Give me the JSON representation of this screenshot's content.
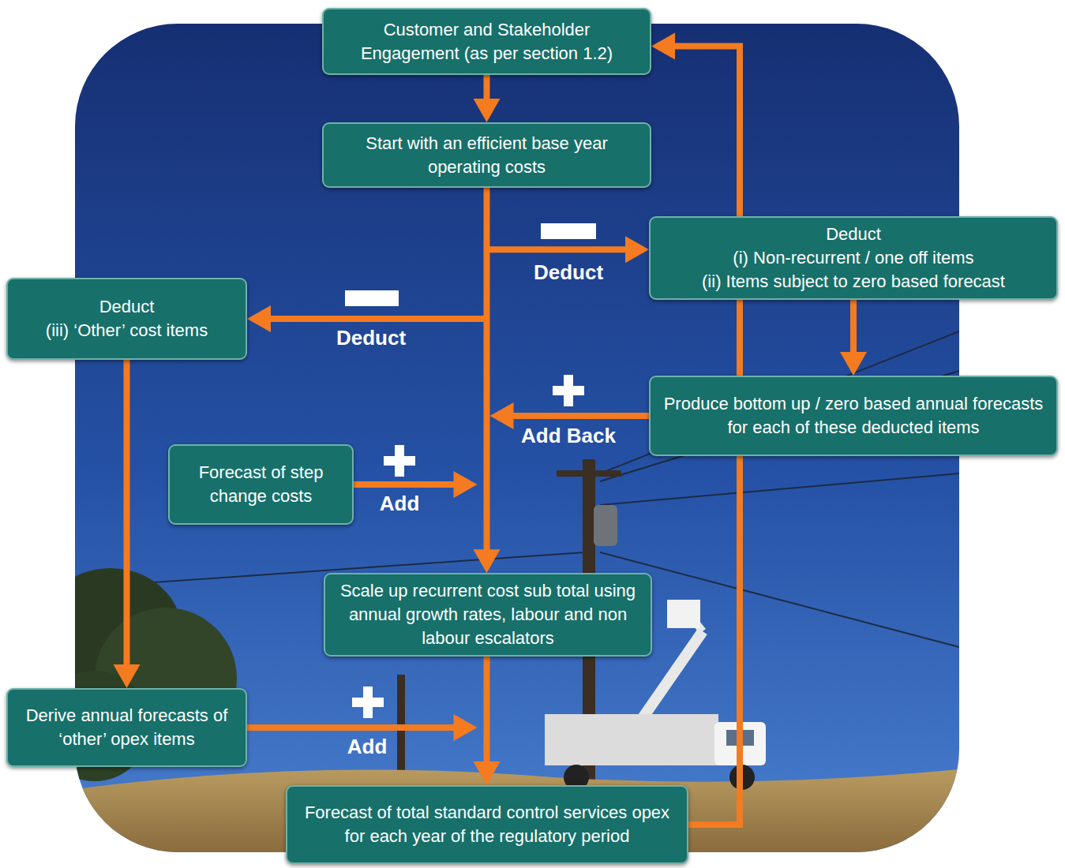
{
  "diagram": {
    "nodes": [
      {
        "text": [
          "Customer and Stakeholder Engagement (as per section 1.2)"
        ]
      },
      {
        "text": [
          "Start with an efficient base year operating costs"
        ]
      },
      {
        "text": [
          "Deduct",
          "(i) Non-recurrent / one off items",
          "(ii) Items subject to zero based forecast"
        ]
      },
      {
        "text": [
          "Deduct",
          "(iii) ‘Other’ cost items"
        ]
      },
      {
        "text": [
          "Produce bottom up / zero based annual forecasts for each of these deducted items"
        ]
      },
      {
        "text": [
          "Forecast of step change costs"
        ]
      },
      {
        "text": [
          "Scale up recurrent cost sub total using annual growth rates, labour and non labour escalators"
        ]
      },
      {
        "text": [
          "Derive annual forecasts of ‘other’ opex items"
        ]
      },
      {
        "text": [
          "Forecast of total standard control services opex for each year of the regulatory period"
        ]
      }
    ],
    "edges": [
      {
        "from": 0,
        "to": 1,
        "arrow": "to"
      },
      {
        "from": 1,
        "to": 6,
        "arrow": "to"
      },
      {
        "from": 1,
        "to": 2,
        "label": "Deduct",
        "arrow": "to"
      },
      {
        "from": 1,
        "to": 3,
        "label": "Deduct",
        "arrow": "to"
      },
      {
        "from": 2,
        "to": 4,
        "arrow": "to"
      },
      {
        "from": 4,
        "to": 6,
        "label": "Add Back",
        "arrow": "to"
      },
      {
        "from": 5,
        "to": 6,
        "label": "Add",
        "arrow": "to"
      },
      {
        "from": 3,
        "to": 7,
        "arrow": "to"
      },
      {
        "from": 6,
        "to": 8,
        "arrow": "to"
      },
      {
        "from": 7,
        "to": 8,
        "label": "Add",
        "arrow": "to"
      },
      {
        "from": 8,
        "to": 0,
        "arrow": "to"
      }
    ]
  }
}
